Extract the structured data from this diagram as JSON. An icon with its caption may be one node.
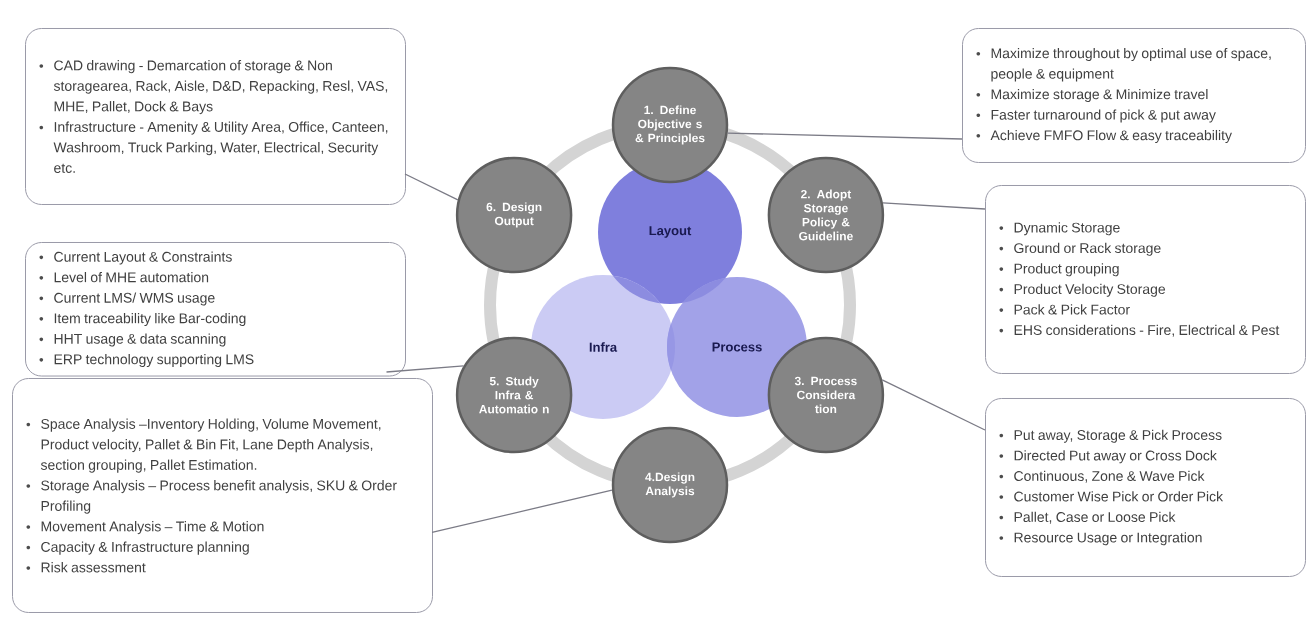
{
  "diagram": {
    "nodes": [
      {
        "text": [
          "1. Define Objective s & Principles"
        ]
      },
      {
        "text": [
          "2. Adopt Storage Policy & Guideline"
        ]
      },
      {
        "text": [
          "3. Process Considera tion"
        ]
      },
      {
        "text": [
          "4.Design Analysis"
        ]
      },
      {
        "text": [
          "5. Study Infra & Automatio n"
        ]
      },
      {
        "text": [
          "6. Design Output"
        ]
      },
      {
        "text": [
          "Layout"
        ]
      },
      {
        "text": [
          "Infra"
        ]
      },
      {
        "text": [
          "Process"
        ]
      },
      {
        "text": [
          "Maximize throughout by optimal use of space, people & equipment",
          "Maximize storage & Minimize travel",
          "Faster turnaround of pick & put away",
          "Achieve FMFO Flow & easy traceability"
        ]
      },
      {
        "text": [
          "Dynamic Storage",
          "Ground or Rack storage",
          "Product grouping",
          "Product Velocity Storage",
          "Pack & Pick Factor",
          "EHS considerations - Fire, Electrical & Pest"
        ]
      },
      {
        "text": [
          "Put away, Storage & Pick Process",
          "Directed Put away or Cross Dock",
          "Continuous, Zone & Wave Pick",
          "Customer Wise Pick or Order Pick",
          "Pallet, Case or Loose Pick",
          "Resource Usage or Integration"
        ]
      },
      {
        "text": [
          "Space Analysis –Inventory Holding, Volume Movement, Product velocity, Pallet & Bin Fit, Lane Depth Analysis, section grouping, Pallet Estimation.",
          "Storage Analysis – Process benefit analysis, SKU & Order Profiling",
          "Movement Analysis – Time & Motion",
          "Capacity & Infrastructure planning",
          "Risk assessment"
        ]
      },
      {
        "text": [
          "Current Layout & Constraints",
          "Level of MHE automation",
          "Current LMS/ WMS usage",
          "Item traceability like Bar-coding",
          "HHT usage & data scanning",
          "ERP technology supporting LMS"
        ]
      },
      {
        "text": [
          "CAD drawing - Demarcation of storage & Non storagearea, Rack, Aisle, D&D, Repacking, Resl, VAS, MHE, Pallet, Dock & Bays",
          "Infrastructure - Amenity & Utility Area, Office, Canteen, Washroom, Truck Parking, Water, Electrical, Security etc."
        ]
      }
    ],
    "edges": [
      {
        "from": 9,
        "to": 0,
        "arrow": "none"
      },
      {
        "from": 10,
        "to": 1,
        "arrow": "none"
      },
      {
        "from": 11,
        "to": 2,
        "arrow": "none"
      },
      {
        "from": 12,
        "to": 3,
        "arrow": "none"
      },
      {
        "from": 13,
        "to": 4,
        "arrow": "none"
      },
      {
        "from": 14,
        "to": 5,
        "arrow": "none"
      }
    ]
  }
}
